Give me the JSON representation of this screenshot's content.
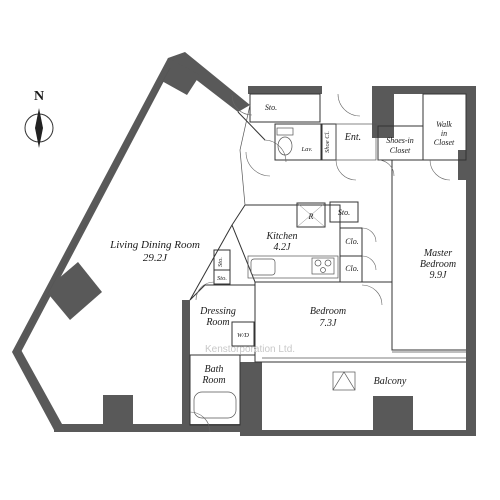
{
  "compass": {
    "label": "N"
  },
  "rooms": {
    "living_dining": {
      "name": "Living Dining Room",
      "size": "29.2J"
    },
    "kitchen": {
      "name": "Kitchen",
      "size": "4.2J"
    },
    "master_bedroom": {
      "name": "Master",
      "name2": "Bedroom",
      "size": "9.9J"
    },
    "bedroom": {
      "name": "Bedroom",
      "size": "7.3J"
    },
    "dressing": {
      "name": "Dressing",
      "name2": "Room"
    },
    "bath": {
      "name": "Bath",
      "name2": "Room"
    },
    "balcony": {
      "name": "Balcony"
    },
    "entrance": {
      "name": "Ent."
    },
    "lavatory": {
      "name": "Lav."
    },
    "shoes_closet": {
      "name": "Shoes-in",
      "name2": "Closet"
    },
    "walk_in_closet": {
      "name": "Walk",
      "name2": "in",
      "name3": "Closet"
    },
    "shoe_cl": {
      "name": "Shoe Cl."
    },
    "storage_top": {
      "name": "Sto."
    },
    "storage_kitchen": {
      "name": "Sto."
    },
    "storage_ldr": {
      "name": "Sto."
    },
    "closet_1": {
      "name": "Clo."
    },
    "closet_2": {
      "name": "Clo."
    },
    "washer": {
      "name": "W/D"
    },
    "refrigerator": {
      "name": "R"
    },
    "small_storage": {
      "name": "Sto."
    }
  },
  "watermark": "Kenstorporation Ltd."
}
